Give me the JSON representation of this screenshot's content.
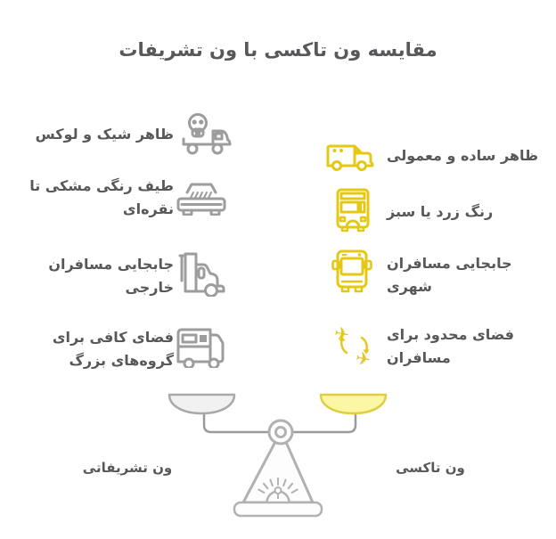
{
  "title": "مقایسه ون تاکسی با ون تشریفات",
  "colors": {
    "text": "#58585a",
    "gray_icon": "#9d9d9d",
    "yellow_icon": "#e4c813",
    "left_pan_fill": "#f1f1f1",
    "left_pan_stroke": "#a9a9a9",
    "right_pan_fill": "#fbf7a5",
    "right_pan_stroke": "#e0cd41",
    "scale_body_stroke": "#b1b1b1"
  },
  "left_column": {
    "items": [
      {
        "icon": "skull-truck-icon",
        "label": "ظاهر شیک و لوکس"
      },
      {
        "icon": "sedan-car-icon",
        "label": "طیف رنگی مشکی تا\nنقره‌ای"
      },
      {
        "icon": "semi-truck-icon",
        "label": "جابجایی مسافران\nخارجی"
      },
      {
        "icon": "camper-van-icon",
        "label": "فضای کافی برای\nگروه‌های بزرگ"
      }
    ]
  },
  "right_column": {
    "items": [
      {
        "icon": "delivery-van-icon",
        "label": "ظاهر ساده و معمولی"
      },
      {
        "icon": "bus-front-icon",
        "label": "رنگ زرد یا سبز"
      },
      {
        "icon": "city-bus-icon",
        "label": "جابجایی مسافران\nشهری"
      },
      {
        "icon": "plane-transfer-icon",
        "label": "فضای محدود برای\nمسافران"
      }
    ]
  },
  "scale": {
    "left_label": "ون تشریفاتی",
    "right_label": "ون تاکسی"
  }
}
